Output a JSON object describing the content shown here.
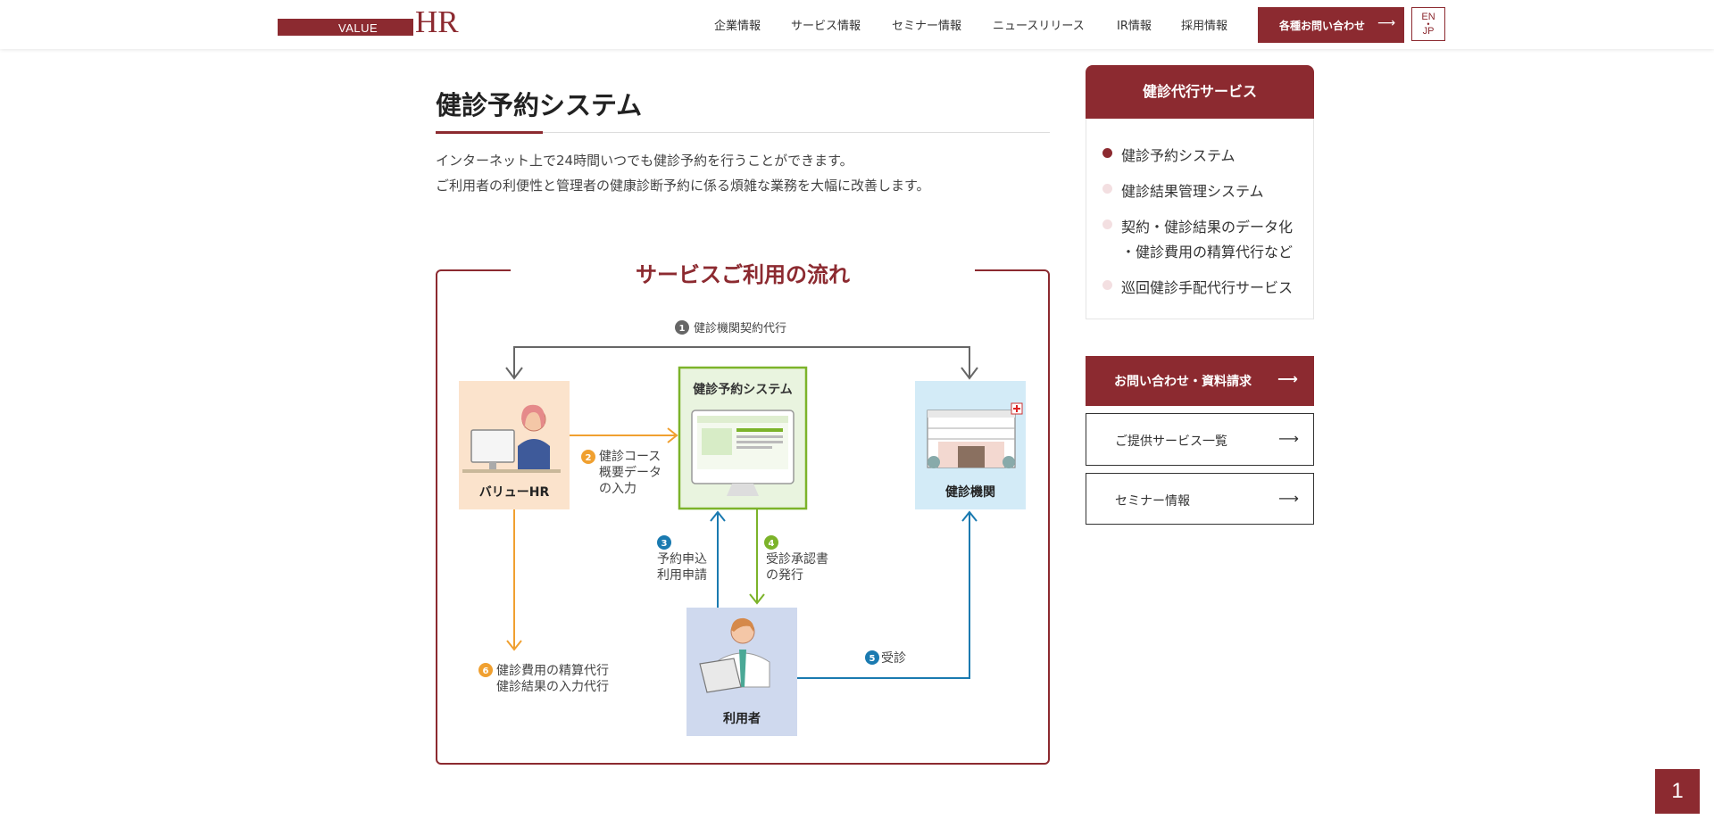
{
  "header": {
    "logo_value": "VALUE",
    "logo_hr": "HR",
    "nav": [
      "企業情報",
      "サービス情報",
      "セミナー情報",
      "ニュースリリース",
      "IR情報",
      "採用情報"
    ],
    "contact_label": "各種お問い合わせ",
    "contact_arrow": "⟶",
    "lang_en": "EN",
    "lang_dot": "•",
    "lang_jp": "JP"
  },
  "main": {
    "title": "健診予約システム",
    "intro": [
      "インターネット上で24時間いつでも健診予約を行うことができます。",
      "ご利用者の利便性と管理者の健康診断予約に係る煩雑な業務を大幅に改善します。"
    ],
    "flow": {
      "title": "サービスご利用の流れ",
      "system_title": "健診予約システム",
      "valuehr_label": "バリューHR",
      "institution_label": "健診機関",
      "user_label": "利用者",
      "step1": {
        "num": "1",
        "text": "健診機関契約代行"
      },
      "step2": {
        "num": "2",
        "lines": [
          "健診コース",
          "概要データ",
          "の入力"
        ]
      },
      "step3": {
        "num": "3",
        "lines": [
          "予約申込",
          "利用申請"
        ]
      },
      "step4": {
        "num": "4",
        "lines": [
          "受診承認書",
          "の発行"
        ]
      },
      "step5": {
        "num": "5",
        "text": "受診"
      },
      "step6": {
        "num": "6",
        "lines": [
          "健診費用の精算代行",
          "健診結果の入力代行"
        ]
      }
    }
  },
  "sidebar": {
    "heading": "健診代行サービス",
    "items": [
      {
        "label": "健診予約システム",
        "active": true
      },
      {
        "label": "健診結果管理システム",
        "active": false
      },
      {
        "label": "契約・健診結果のデータ化",
        "label2": "・健診費用の精算代行など",
        "active": false
      },
      {
        "label": "巡回健診手配代行サービス",
        "active": false
      }
    ],
    "buttons": [
      {
        "label": "お問い合わせ・資料請求",
        "arrow": "⟶"
      },
      {
        "label": "ご提供サービス一覧",
        "arrow": "⟶"
      },
      {
        "label": "セミナー情報",
        "arrow": "⟶"
      }
    ]
  },
  "page_top_label": "1",
  "colors": {
    "brand": "#8c2a30",
    "orange": "#f0a030",
    "green": "#7cb32a",
    "blue": "#1a7ab0",
    "grey": "#666666"
  }
}
